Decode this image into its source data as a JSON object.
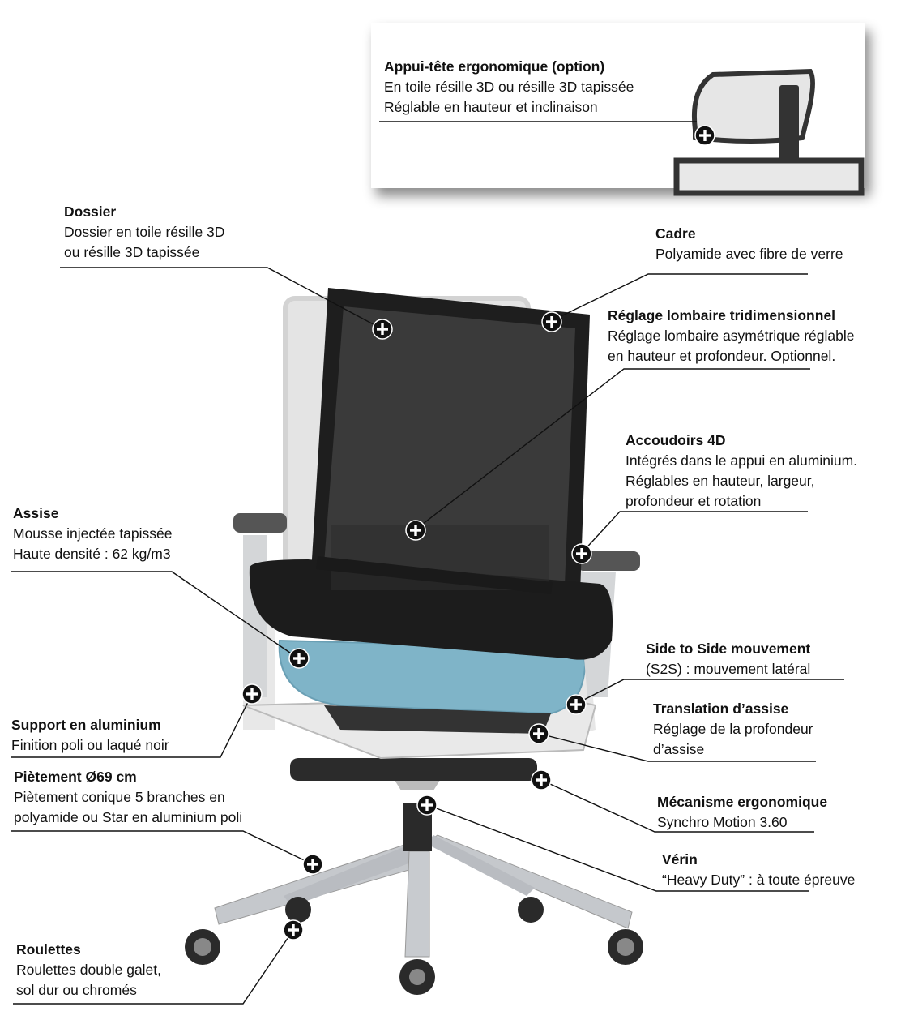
{
  "colors": {
    "frame": "#1f1f1f",
    "mesh": "#3a3a3a",
    "seat": "#7fb4c8",
    "aluminium": "#c9ccd0",
    "ghost": "#dcdcdc",
    "marker_fill": "#111111",
    "marker_cross": "#ffffff"
  },
  "icons": {
    "marker": "plus-circle-icon"
  },
  "callouts": [
    {
      "title": "Appui-tête ergonomique (option)",
      "lines": [
        "En toile résille 3D ou résille 3D tapissée",
        "Réglable en hauteur et inclinaison"
      ]
    },
    {
      "title": "Dossier",
      "lines": [
        "Dossier en toile résille 3D",
        "ou résille 3D tapissée"
      ]
    },
    {
      "title": "Cadre",
      "lines": [
        "Polyamide avec fibre de verre"
      ]
    },
    {
      "title": "Réglage lombaire tridimensionnel",
      "lines": [
        "Réglage lombaire asymétrique réglable",
        "en hauteur et profondeur. Optionnel."
      ]
    },
    {
      "title": "Accoudoirs 4D",
      "lines": [
        "Intégrés dans le appui en aluminium.",
        "Réglables en hauteur, largeur,",
        "profondeur et rotation"
      ]
    },
    {
      "title": "Assise",
      "lines": [
        "Mousse injectée tapissée",
        "Haute densité : 62 kg/m3"
      ]
    },
    {
      "title": "Side to Side mouvement",
      "lines": [
        "(S2S) : mouvement latéral"
      ]
    },
    {
      "title": "Translation d’assise",
      "lines": [
        "Réglage de la profondeur",
        "d’assise"
      ]
    },
    {
      "title": "Support en aluminium",
      "lines": [
        "Finition poli ou laqué noir"
      ]
    },
    {
      "title": "Piètement Ø69 cm",
      "lines": [
        "Piètement conique 5 branches en",
        "polyamide ou Star en aluminium poli"
      ]
    },
    {
      "title": "Mécanisme ergonomique",
      "lines": [
        "Synchro Motion 3.60"
      ]
    },
    {
      "title": "Vérin",
      "lines": [
        "“Heavy Duty” : à toute épreuve"
      ]
    },
    {
      "title": "Roulettes",
      "lines": [
        "Roulettes double galet,",
        "sol dur ou chromés"
      ]
    }
  ]
}
